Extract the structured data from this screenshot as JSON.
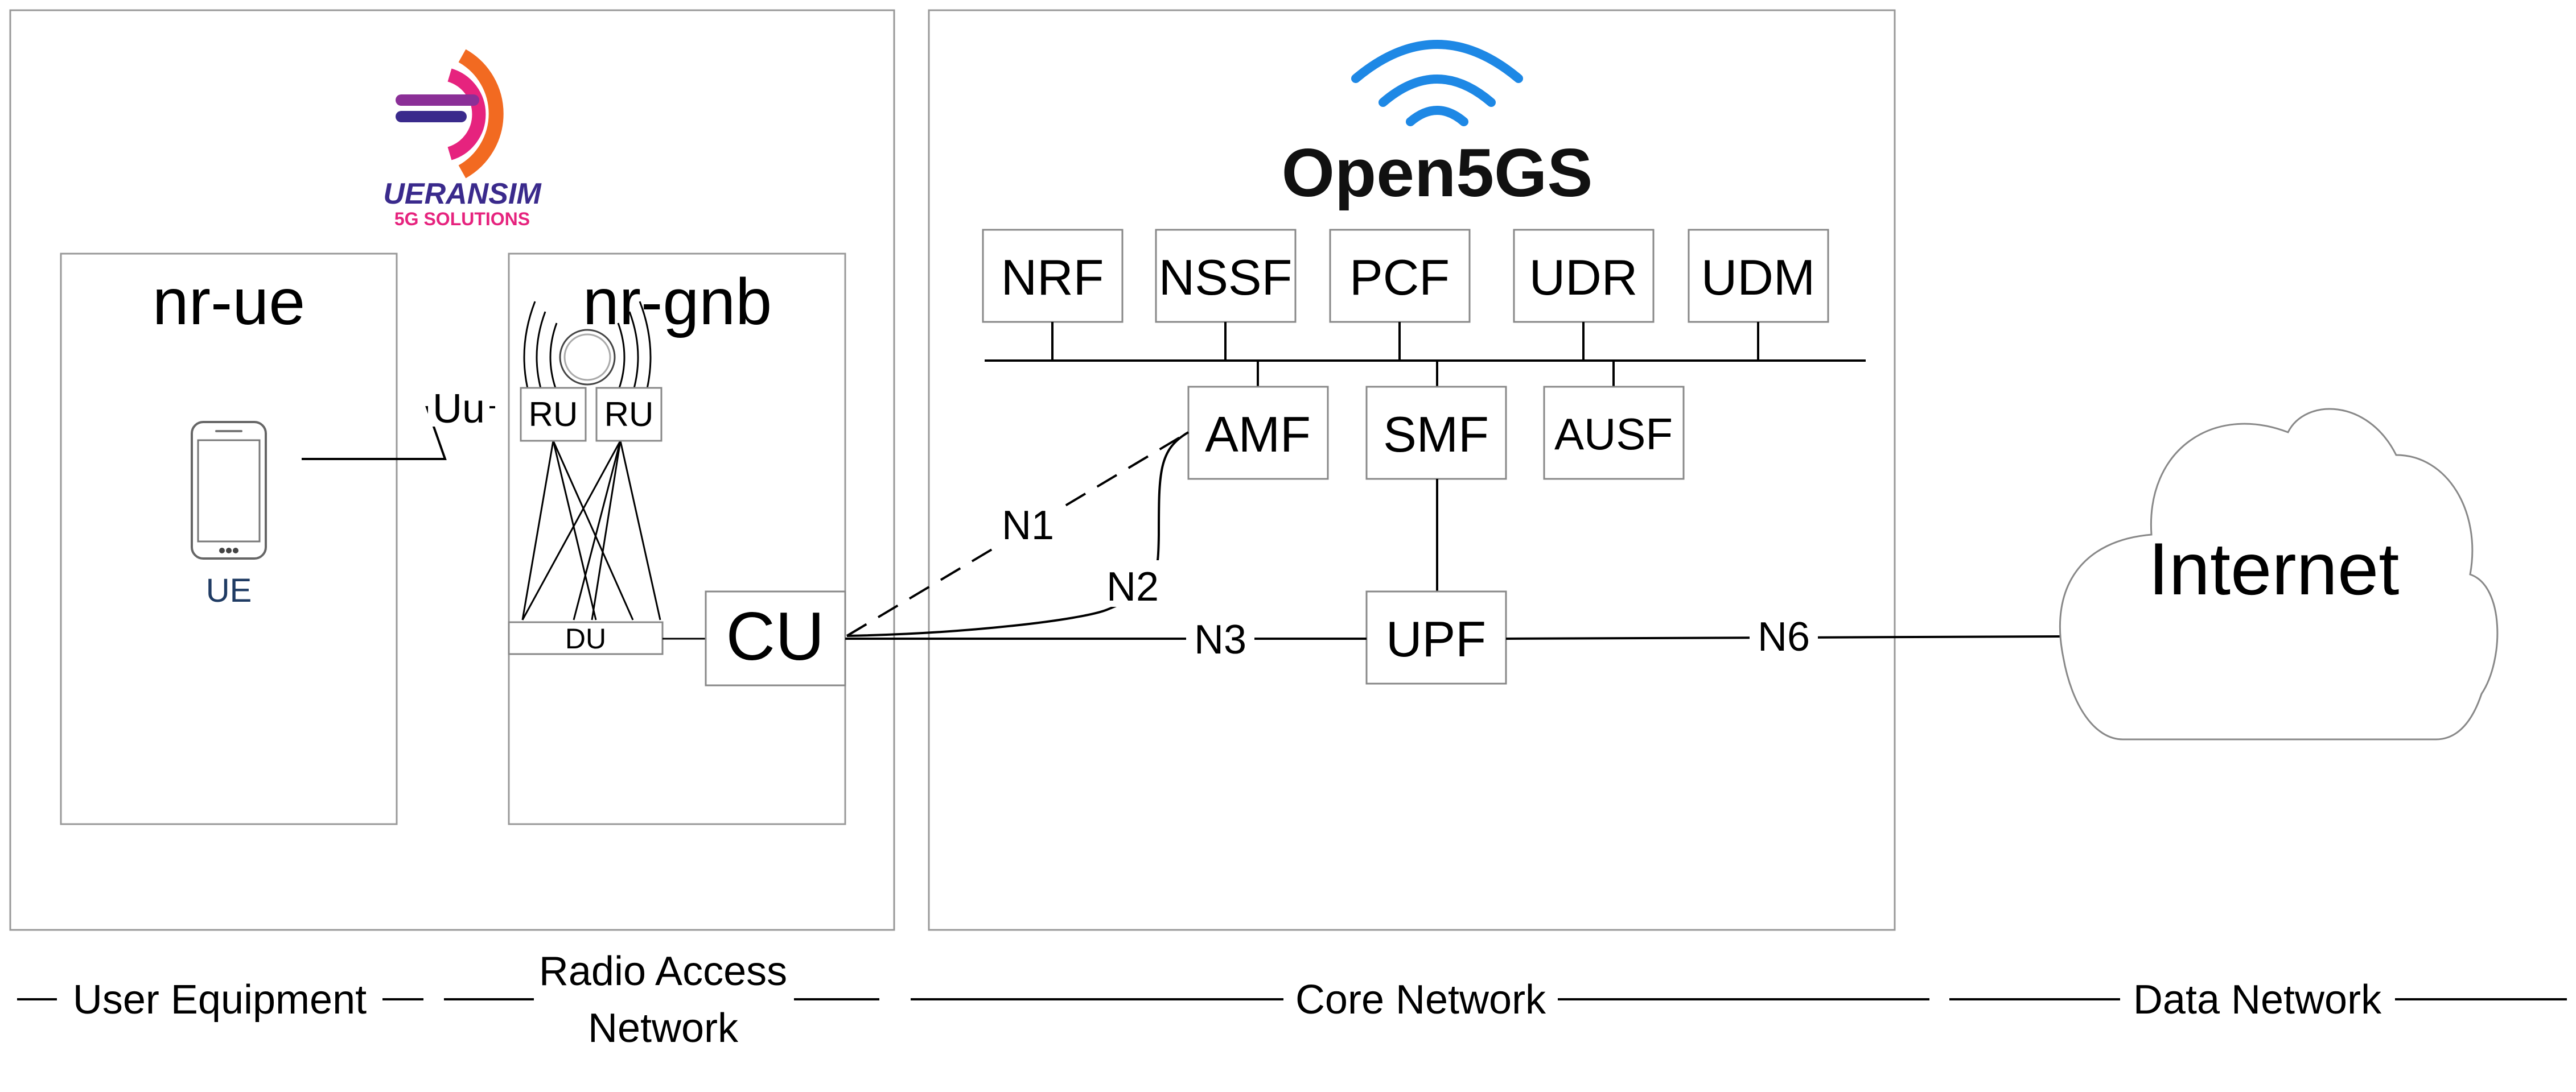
{
  "logos": {
    "ueransim": {
      "name": "UERANSIM",
      "tagline": "5G SOLUTIONS",
      "colors": {
        "primary": "#3a2a8c",
        "accent": "#e6237e",
        "orange": "#f26a21"
      }
    },
    "open5gs": {
      "name": "Open5GS",
      "wifi_color": "#1e88e5"
    }
  },
  "nodes": {
    "nr_ue": {
      "title": "nr-ue",
      "device_label": "UE"
    },
    "nr_gnb": {
      "title": "nr-gnb",
      "ru1": "RU",
      "ru2": "RU",
      "du": "DU",
      "cu": "CU"
    }
  },
  "core_functions": {
    "top": [
      "NRF",
      "NSSF",
      "PCF",
      "UDR",
      "UDM"
    ],
    "amf": "AMF",
    "smf": "SMF",
    "ausf": "AUSF",
    "upf": "UPF"
  },
  "interfaces": {
    "uu": "Uu",
    "n1": "N1",
    "n2": "N2",
    "n3": "N3",
    "n6": "N6"
  },
  "data_network": {
    "label": "Internet"
  },
  "bottom_labels": {
    "ue": "User Equipment",
    "ran_line1": "Radio Access",
    "ran_line2": "Network",
    "core": "Core Network",
    "dn": "Data Network"
  }
}
